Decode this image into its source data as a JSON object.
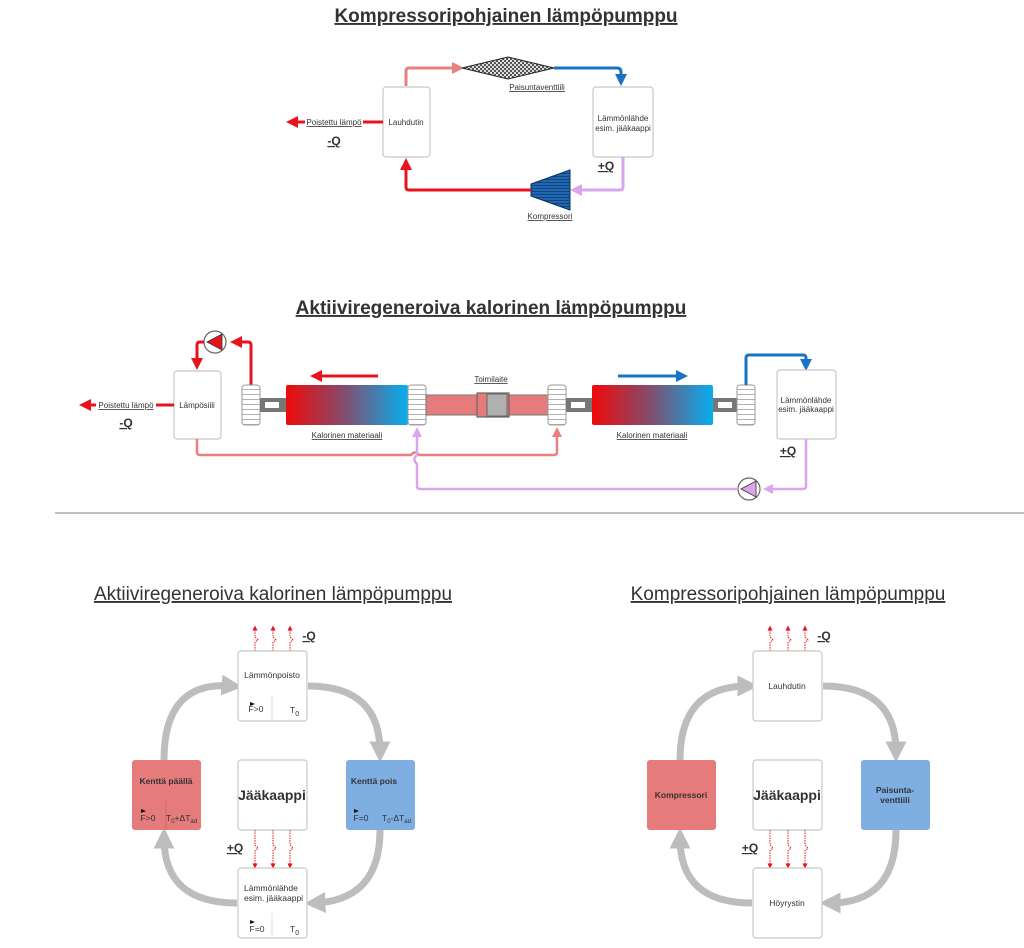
{
  "diagram1": {
    "title": "Kompressoripohjainen lämpöpumppu",
    "condenser": "Lauhdutin",
    "heat_source_line1": "Lämmönlähde",
    "heat_source_line2": "esim. jääkaappi",
    "expansion_valve": "Paisuntaventtiili",
    "compressor": "Kompressori",
    "removed_heat": "Poistettu lämpö",
    "minus_q": "-Q",
    "plus_q": "+Q"
  },
  "diagram2": {
    "title": "Aktiiviregeneroiva kalorinen lämpöpumppu",
    "heat_sink": "Lämpösiili",
    "heat_source_line1": "Lämmönlähde",
    "heat_source_line2": "esim. jääkaappi",
    "actuator": "Toimilaite",
    "caloric_material_left": "Kalorinen materiaali",
    "caloric_material_right": "Kalorinen materiaali",
    "removed_heat": "Poistettu lämpö",
    "minus_q": "-Q",
    "plus_q": "+Q"
  },
  "diagram3": {
    "title": "Aktiiviregeneroiva kalorinen lämpöpumppu",
    "top_box": "Lämmönpoisto",
    "top_force": "F>0",
    "top_temp": "T",
    "top_temp_sub": "0",
    "left_box": "Kenttä päällä",
    "left_force": "F>0",
    "left_temp": "T",
    "left_temp_sub": "0",
    "left_temp_suffix": "+ΔT",
    "left_temp_suffix_sub": "ad",
    "right_box": "Kenttä pois",
    "right_force": "F=0",
    "right_temp": "T",
    "right_temp_sub": "0",
    "right_temp_suffix": "-ΔT",
    "right_temp_suffix_sub": "ad",
    "center_box": "Jääkaappi",
    "bottom_box_line1": "Lämmönlähde",
    "bottom_box_line2": "esim. jääkaappi",
    "bottom_force": "F=0",
    "bottom_temp": "T",
    "bottom_temp_sub": "0",
    "minus_q": "-Q",
    "plus_q": "+Q",
    "colors": {
      "field_on": "#e57b7b",
      "field_off": "#7faee3"
    }
  },
  "diagram4": {
    "title": "Kompressoripohjainen lämpöpumppu",
    "top_box": "Lauhdutin",
    "left_box": "Kompressori",
    "right_box_line1": "Paisunta-",
    "right_box_line2": "venttiili",
    "center_box": "Jääkaappi",
    "bottom_box": "Höyrystin",
    "minus_q": "-Q",
    "plus_q": "+Q",
    "colors": {
      "compressor": "#e57b7b",
      "valve": "#7faee3"
    }
  }
}
